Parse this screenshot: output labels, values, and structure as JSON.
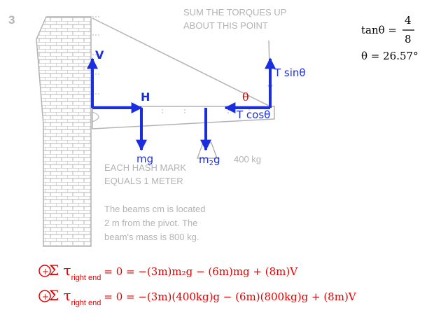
{
  "slide": {
    "number": "3"
  },
  "notes": {
    "torque_point": [
      "SUM THE TORQUES UP",
      "ABOUT THIS POINT"
    ],
    "hash_mark": [
      "EACH HASH MARK",
      "EQUALS 1 METER"
    ],
    "cm_note": [
      "The beams cm is located",
      "2 m from the pivot. The",
      "beam's mass is 800 kg."
    ],
    "weight_label": "400 kg"
  },
  "forces": {
    "v": "V",
    "h": "H",
    "mg": "mg",
    "m2g": {
      "base": "m",
      "sub": "2",
      "tail": "g"
    },
    "t_sin": "T sinθ",
    "t_cos": "T cosθ",
    "theta": "θ"
  },
  "trig": {
    "lhs": "tanθ =",
    "num": "4",
    "den": "8",
    "angle": "θ = 26.57°"
  },
  "equations": [
    {
      "symbol": "Σ τ",
      "sub": "right end",
      "rhs": "= 0 = −(3m)m₂g − (6m)mg + (8m)V"
    },
    {
      "symbol": "Σ τ",
      "sub": "right end",
      "rhs": "= 0 = −(3m)(400kg)g − (6m)(800kg)g + (8m)V"
    }
  ],
  "colors": {
    "force": "#1a2ee0",
    "equation": "#e00000",
    "diagram": "#b3b3b3"
  }
}
